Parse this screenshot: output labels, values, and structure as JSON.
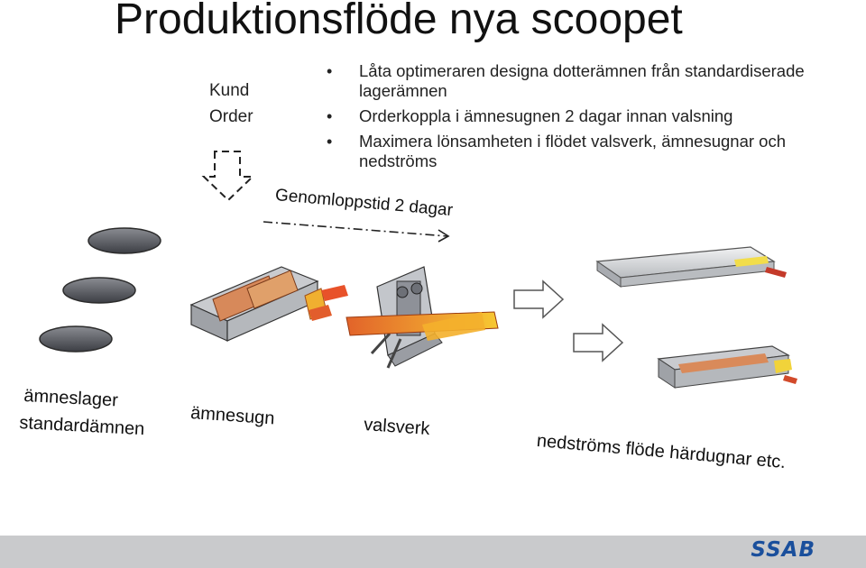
{
  "title": "Produktionsflöde nya scoopet",
  "order_box": {
    "line1": "Kund",
    "line2": "Order"
  },
  "bullets": [
    "Låta optimeraren designa dotterämnen från standardiserade lagerämnen",
    "Orderkoppla i ämnesugnen 2 dagar innan valsning",
    "Maximera lönsamheten i  flödet valsverk, ämnesugnar och nedströms"
  ],
  "lead_time": "Genomloppstid 2 dagar",
  "stages": {
    "storage_line1": "ämneslager",
    "storage_line2": "standardämnen",
    "furnace": "ämnesugn",
    "mill": "valsverk",
    "downstream": "nedströms flöde härdugnar etc."
  },
  "footer": {
    "logo": "SSAB",
    "logo_color": "#1a4f9c"
  }
}
